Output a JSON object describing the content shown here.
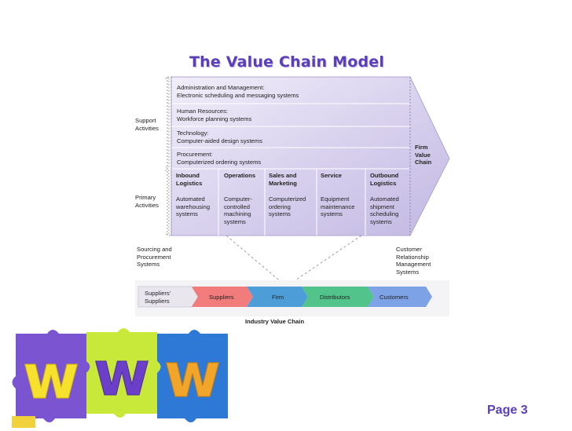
{
  "title": "The Value Chain Model",
  "support": {
    "label": "Support\nActivities",
    "rows": [
      {
        "head": "Administration and Management:",
        "detail": "Electronic scheduling and messaging systems"
      },
      {
        "head": "Human Resources:",
        "detail": "Workforce planning systems"
      },
      {
        "head": "Technology:",
        "detail": "Computer-aided design systems"
      },
      {
        "head": "Procurement:",
        "detail": "Computerized ordering systems"
      }
    ]
  },
  "firm_value_chain": "Firm\nValue\nChain",
  "primary": {
    "label": "Primary\nActivities",
    "columns": [
      {
        "head": "Inbound\nLogistics",
        "detail": "Automated\nwarehousing\nsystems"
      },
      {
        "head": "Operations",
        "detail": "Computer-\ncontrolled\nmachining\nsystems"
      },
      {
        "head": "Sales and\nMarketing",
        "detail": "Computerized\nordering\nsystems"
      },
      {
        "head": "Service",
        "detail": "Equipment\nmaintenance\nsystems"
      },
      {
        "head": "Outbound\nLogistics",
        "detail": "Automated\nshipment\nscheduling\nsystems"
      }
    ]
  },
  "sourcing_label": "Sourcing and\nProcurement\nSystems",
  "crm_label": "Customer\nRelationship\nManagement\nSystems",
  "industry_chain": {
    "items": [
      "Suppliers'\nSuppliers",
      "Suppliers",
      "Firm",
      "Distributors",
      "Customers"
    ],
    "colors": [
      "#e9e6ee",
      "#f27b7b",
      "#4d9ed8",
      "#52c48b",
      "#7da3e6"
    ],
    "caption": "Industry Value Chain"
  },
  "page_label": "Page 3",
  "puzzle_letters": [
    "w",
    "w",
    "w"
  ]
}
